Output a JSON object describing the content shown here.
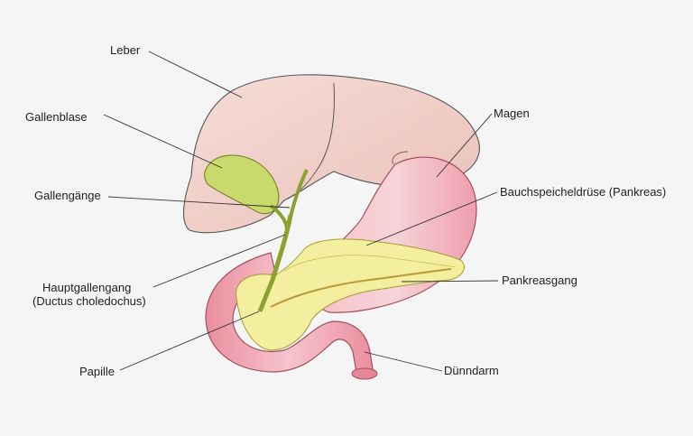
{
  "labels": {
    "leber": "Leber",
    "gallenblase": "Gallenblase",
    "gallengaenge": "Gallengänge",
    "hauptgallengang_1": "Hauptgallengang",
    "hauptgallengang_2": "(Ductus choledochus)",
    "papille": "Papille",
    "magen": "Magen",
    "bauchspeicheldruese": "Bauchspeicheldrüse (Pankreas)",
    "pankreasgang": "Pankreasgang",
    "duenndarm": "Dünndarm"
  },
  "colors": {
    "background": "#f5f5f5",
    "liver": "#f0d2cc",
    "gallbladder": "#c8d86a",
    "stomach": "#f2a7b3",
    "pancreas": "#f3ee9a",
    "intestine": "#ef9aa8",
    "line": "#333333"
  }
}
